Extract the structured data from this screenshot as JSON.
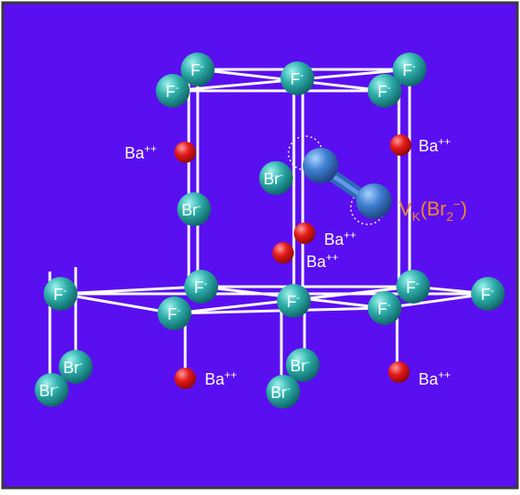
{
  "colors": {
    "background": "#5a0ff0",
    "border": "#3a3a3a",
    "bond": "#ffffff",
    "fluorine": "#2aa7a4",
    "bromine": "#2aa7a4",
    "barium": "#e01818",
    "vk_center": "#3f7fd0",
    "label_orange": "#f08a2a"
  },
  "labels": {
    "f_ion": "F",
    "br_ion": "Br",
    "minus": "-",
    "ba_ion": "Ba",
    "ba_charge": "++",
    "vk_text": "V",
    "vk_sub": "K",
    "vk_paren_open": "(Br",
    "vk_sub2": "2",
    "vk_sup": "−",
    "vk_paren_close": ")"
  }
}
